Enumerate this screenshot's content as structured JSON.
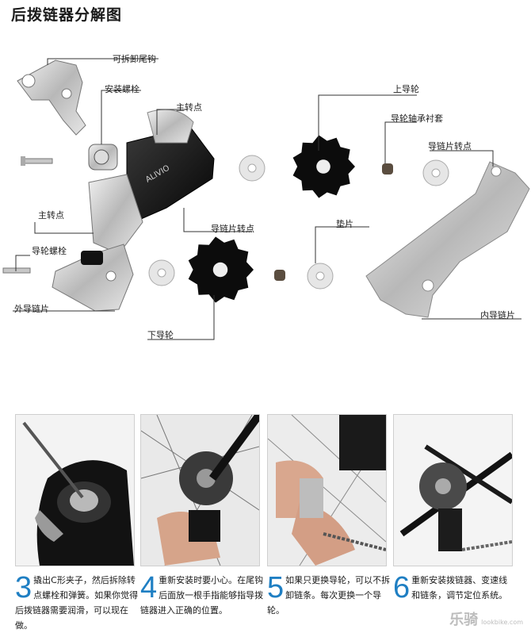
{
  "page_title": "后拨链器分解图",
  "labels": {
    "removable_hanger": "可拆卸尾钩",
    "mount_bolt": "安装螺栓",
    "main_pivot_top": "主转点",
    "upper_pulley": "上导轮",
    "pulley_bushing": "导轮轴承衬套",
    "cage_pivot_right": "导链片转点",
    "main_pivot_left": "主转点",
    "cage_pivot_center": "导链片转点",
    "washer": "垫片",
    "pulley_bolt": "导轮螺栓",
    "outer_cage": "外导链片",
    "inner_cage": "内导链片",
    "lower_pulley": "下导轮"
  },
  "brand_text": "ALIVIO",
  "steps": [
    {
      "number": "3",
      "text": "撬出C形夹子，然后拆除转点螺栓和弹簧。如果你觉得后拨链器需要润滑，可以现在做。"
    },
    {
      "number": "4",
      "text": "重新安装时要小心。在尾钩后面放一根手指能够指导拨链器进入正确的位置。"
    },
    {
      "number": "5",
      "text": "如果只更换导轮，可以不拆卸链条。每次更换一个导轮。"
    },
    {
      "number": "6",
      "text": "重新安装拨链器、变速线和链条，调节定位系统。"
    }
  ],
  "watermark": {
    "main": "乐骑",
    "sub": "lookbike.com"
  },
  "colors": {
    "accent": "#1f7fc3"
  }
}
